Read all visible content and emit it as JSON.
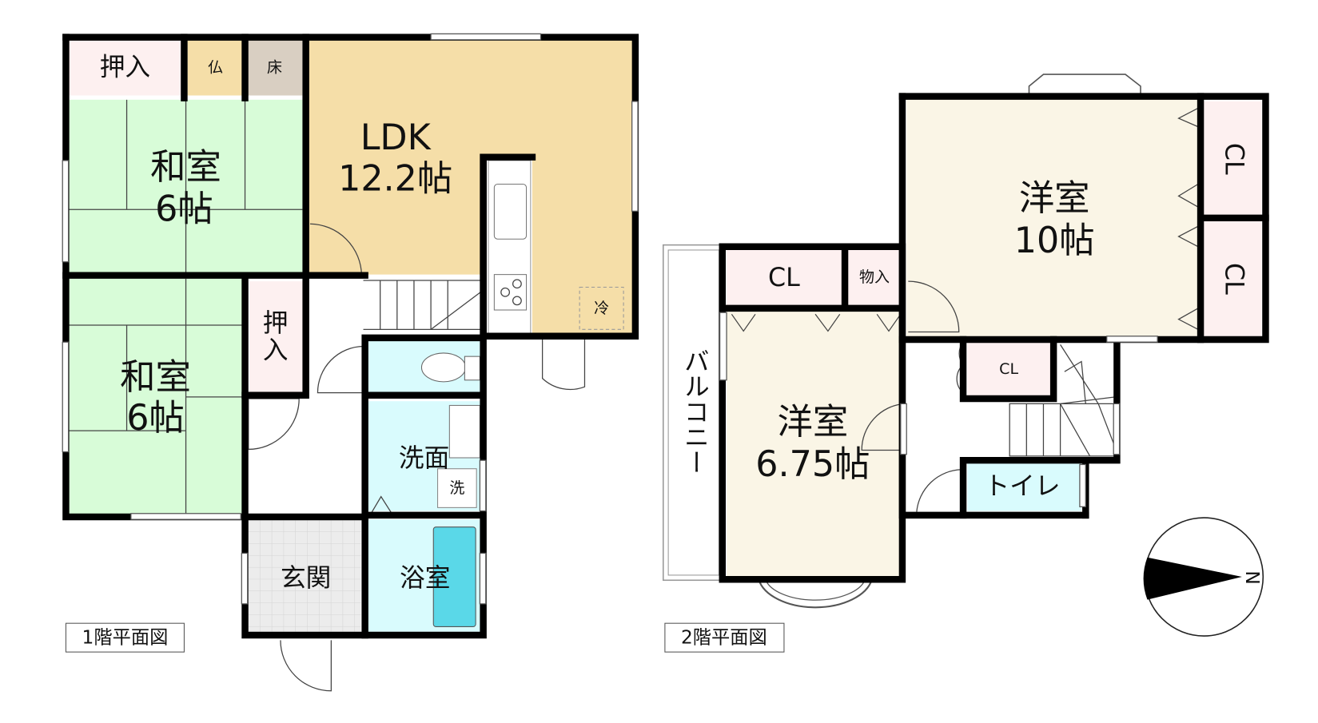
{
  "floor1": {
    "caption": "1階平面図",
    "rooms": {
      "oshiire_top": "押入",
      "butsuma": "仏",
      "tokonoma": "床",
      "ldk_name": "LDK",
      "ldk_size": "12.2帖",
      "washitsu1_name": "和室",
      "washitsu1_size": "6帖",
      "washitsu2_name": "和室",
      "washitsu2_size": "6帖",
      "oshiire_side_1": "押",
      "oshiire_side_2": "入",
      "senmen": "洗面",
      "washer": "洗",
      "fridge": "冷",
      "genkan": "玄関",
      "yokushitsu": "浴室"
    }
  },
  "floor2": {
    "caption": "2階平面図",
    "rooms": {
      "youshitsu10_name": "洋室",
      "youshitsu10_size": "10帖",
      "cl_right_top": "CL",
      "cl_right_bottom": "CL",
      "cl_left": "CL",
      "monoire": "物入",
      "youshitsu675_name": "洋室",
      "youshitsu675_size": "6.75帖",
      "balcony": "バルコニー",
      "cl_hall": "CL",
      "toilet": "トイレ"
    },
    "compass_label": "N"
  },
  "colors": {
    "washitsu": "#d8fcd8",
    "ldk": "#f5dea8",
    "storage": "#fdf0f0",
    "tokonoma": "#d9cfc2",
    "wet": "#d9fbfd",
    "bathtub": "#5ad8e8",
    "youshitsu": "#faf5e6",
    "genkan": "#ececec"
  }
}
